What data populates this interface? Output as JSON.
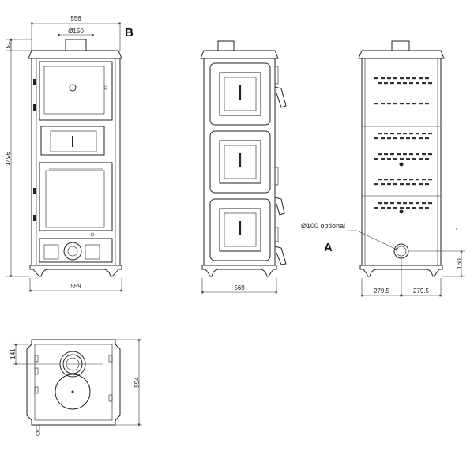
{
  "labels": {
    "view_b": "B",
    "view_a": "A",
    "flue_diameter": "Ø150",
    "optional_outlet": "Ø100 optional"
  },
  "dimensions": {
    "front_top_width": "556",
    "front_flue_height": "51",
    "front_total_height": "1496",
    "front_base_width": "559",
    "side_width": "569",
    "rear_half_left": "279.5",
    "rear_half_right": "279.5",
    "rear_outlet_height": "160",
    "top_offset": "141",
    "top_depth": "594"
  }
}
